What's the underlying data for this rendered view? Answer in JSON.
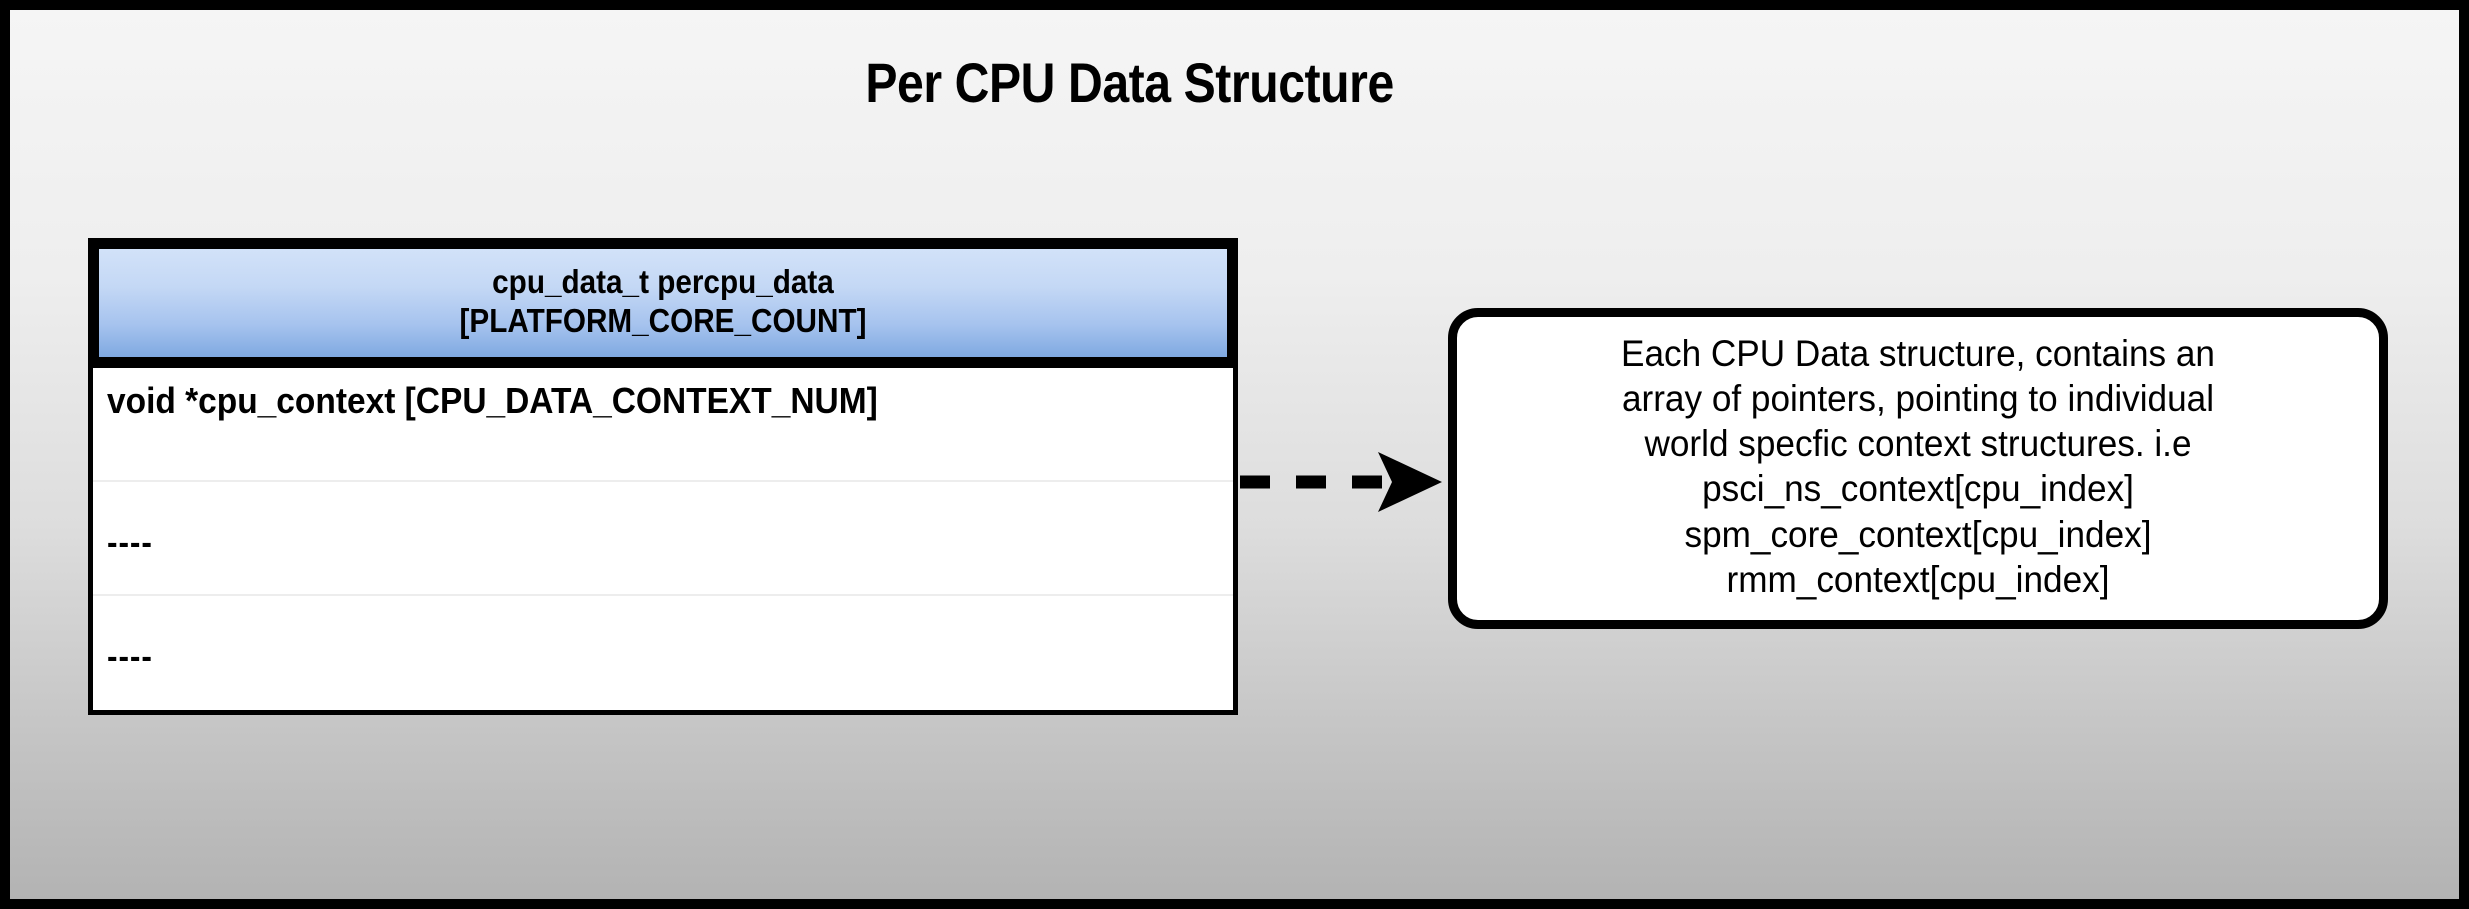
{
  "page": {
    "title": "Per CPU Data Structure",
    "background_top_color": "#f5f5f5",
    "background_bottom_color": "#b3b3b3",
    "border_color": "#000000"
  },
  "struct_table": {
    "header": {
      "line1": "cpu_data_t percpu_data",
      "line2": "[PLATFORM_CORE_COUNT]",
      "gradient_top_color": "#d2e2f9",
      "gradient_bottom_color": "#7fa9e1"
    },
    "rows": [
      {
        "text": "void *cpu_context [CPU_DATA_CONTEXT_NUM]"
      },
      {
        "text": "----"
      },
      {
        "text": "----"
      }
    ]
  },
  "connector": {
    "style": "dashed-arrow",
    "direction": "right",
    "color": "#000000",
    "dash_count": 3
  },
  "callout": {
    "lines": [
      "Each CPU Data structure, contains an",
      "array of pointers, pointing to individual",
      "world specfic context structures. i.e",
      "psci_ns_context[cpu_index]",
      "spm_core_context[cpu_index]",
      "rmm_context[cpu_index]"
    ],
    "border_color": "#000000",
    "background_color": "#ffffff"
  }
}
